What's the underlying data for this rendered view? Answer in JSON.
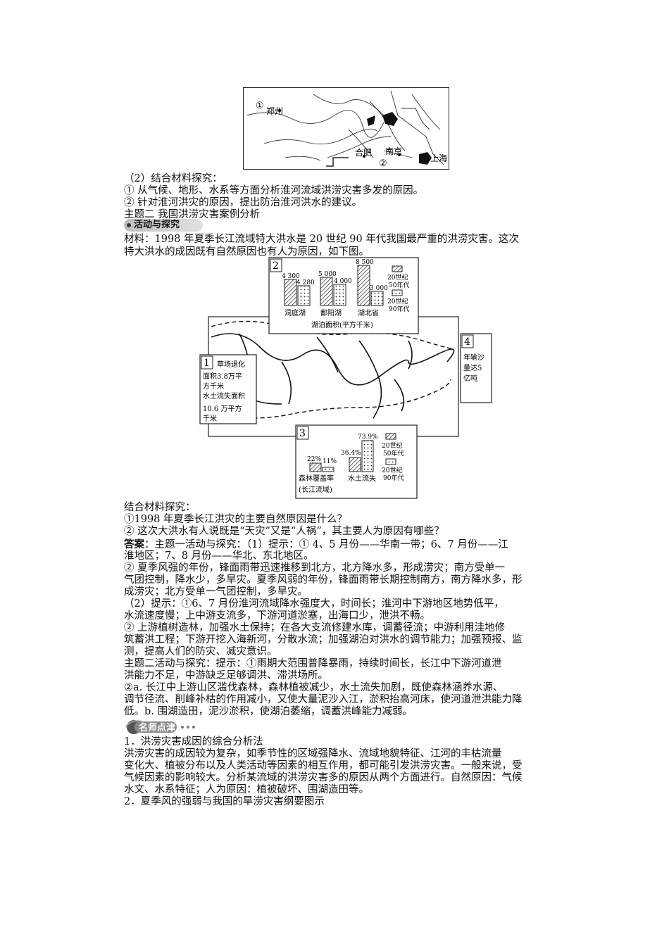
{
  "map1": {
    "label_1": "①",
    "zhengzhou": "郑州",
    "hefei": "合肥",
    "nanjing": "南京",
    "label_2": "②",
    "shanghai": "上海"
  },
  "lines_top": [
    "（2）结合材料探究：",
    "① 从气候、地形、水系等方面分析淮河流域洪涝灾害多发的原因。",
    "② 针对淮河洪灾的原因，提出防治淮河洪水的建议。",
    "主题二    我国洪涝灾害案例分析"
  ],
  "section_bar": "活动与探究",
  "material": [
    "材料：1998 年夏季长江流域特大洪水是 20 世纪 90 年代我国最严重的洪涝灾害。这次",
    "特大洪水的成因既有自然原因也有人为原因，如下图。"
  ],
  "figure": {
    "box2": {
      "num": "2",
      "chart_values": [
        "4 300",
        "4 280",
        "5 000",
        "4 000",
        "8 500",
        "3 000"
      ],
      "categories": [
        "洞庭湖",
        "鄱阳湖",
        "湖北省"
      ],
      "caption": "湖泊面积(平方千米)",
      "legend_a": [
        "20世纪",
        "50年代"
      ],
      "legend_b": [
        "20世纪",
        "90年代"
      ]
    },
    "box1": {
      "num": "1",
      "lines": [
        "草场退化",
        "面积3.8万平",
        "方千米",
        "水土流失面积",
        "10.6 万平方",
        "千米"
      ]
    },
    "box4": {
      "num": "4",
      "lines": [
        "年输沙",
        "量达5",
        "亿吨"
      ]
    },
    "box3": {
      "num": "3",
      "values": [
        "22%",
        "11%",
        "73.9%",
        "36.4%"
      ],
      "cat_a": "森林覆盖率",
      "cat_a_sub": "(长江流域)",
      "cat_b": "水土流失",
      "legend_a": [
        "20世纪",
        "50年代"
      ],
      "legend_b": [
        "20世纪",
        "90年代"
      ]
    }
  },
  "lines_mid": [
    "结合材料探究：",
    "①1998 年夏季长江洪灾的主要自然原因是什么？",
    "② 这次大洪水有人说既是“天灾”又是“人祸”，其主要人为原因有哪些？"
  ],
  "answer_label": "答案",
  "answer_lines": [
    "：主题一活动与探究：（1）提示：① 4、5 月份——华南一带；6、7 月份——江",
    "淮地区；7、8 月份——华北、东北地区。",
    "② 夏季风强的年份，锋面雨带迅速推移到北方，北方降水多，形成涝灾；南方受单一",
    "气团控制，降水少，多旱灾。夏季风弱的年份，锋面雨带长期控制南方，南方降水多，形",
    "成涝灾；北方受单一气团控制，多旱灾。",
    "（2）提示：①6、7 月份淮河流域降水强度大，时间长；淮河中下游地区地势低平，",
    "水流速度慢；上中游支流多，下游河道淤塞，出海口少，泄洪不畅。",
    "② 上游植树造林，加强水土保持；在各大支流修建水库，调蓄径流；中游利用洼地修",
    "筑蓄洪工程；下游开挖入海新河，分散水流；加强湖泊对洪水的调节能力；加强预报、监",
    "测，提高人们的防灾、减灾意识。",
    "主题二活动与探究：提示：①雨期大范围普降暴雨，持续时间长，长江中下游河道泄",
    "洪能力不足，中游缺乏足够调洪、滞洪场所。",
    "②a. 长江中上游山区滥伐森林，森林植被减少，水土流失加剧，既使森林涵养水源、",
    "调节径流、削峰补枯的作用减小，又使大量泥沙入江，淤积抬高河床，使河道泄洪能力降",
    "低。b. 围湖造田，泥沙淤积，使湖泊萎缩，调蓄洪峰能力减弱。"
  ],
  "badge": "名师点津",
  "tips_lines": [
    "1．洪涝灾害成因的综合分析法",
    "洪涝灾害的成因较为复杂，如季节性的区域强降水、流域地貌特征、江河的丰枯流量",
    "变化大、植被分布以及人类活动等因素的相互作用，都可能引发洪涝灾害。一般来说，受",
    "气候因素的影响较大。分析某流域的洪涝灾害多的原因从两个方面进行。自然原因：气候",
    "水文、水系特征；人为原因：植被破坏、围湖造田等。",
    "2．夏季风的强弱与我国的旱涝灾害纲要图示"
  ]
}
